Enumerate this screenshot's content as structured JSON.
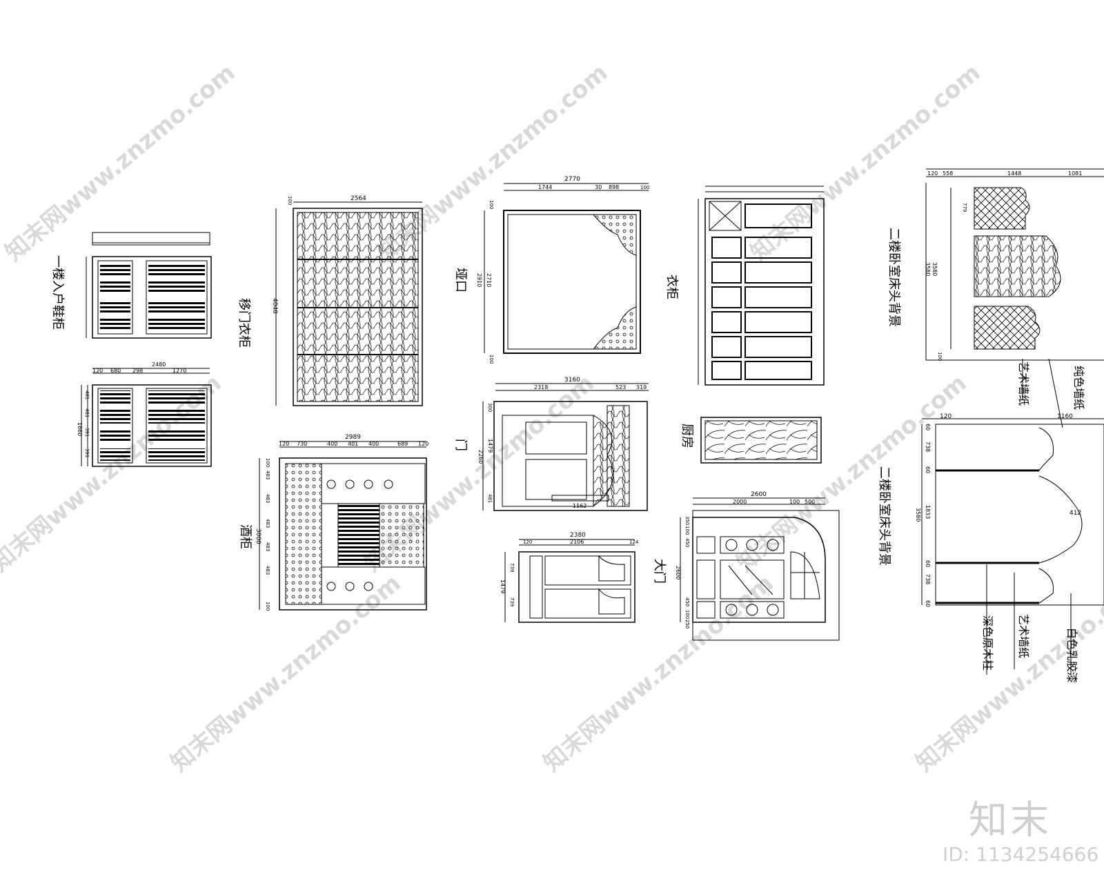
{
  "watermark": {
    "text": "知末网www.znzmo.com",
    "color": "#d9d9d9"
  },
  "brand": {
    "logo_text": "知末",
    "id_label": "ID: 1134254666",
    "color": "#cfcfcf"
  },
  "drawings": {
    "shoe_cabinet": {
      "label": "一楼入户鞋柜",
      "dims": [
        "2480",
        "120",
        "680",
        "298",
        "1270",
        "1660",
        "481",
        "481",
        "391",
        "391"
      ]
    },
    "sliding_wardrobe": {
      "label": "移门衣柜",
      "dims": [
        "2564",
        "100",
        "4040"
      ]
    },
    "wine_cabinet": {
      "label": "酒柜",
      "dims": [
        "2989",
        "120",
        "730",
        "400",
        "401",
        "400",
        "689",
        "120",
        "100",
        "483",
        "483",
        "483",
        "483",
        "483",
        "100",
        "3000"
      ]
    },
    "door_opening": {
      "label": "垭口",
      "dims": [
        "2770",
        "1744",
        "30",
        "898",
        "100",
        "100",
        "2910",
        "2710",
        "100"
      ]
    },
    "door": {
      "label": "门",
      "dims": [
        "3160",
        "2318",
        "523",
        "319",
        "300",
        "1479",
        "2260",
        "481",
        "1162"
      ]
    },
    "wardrobe": {
      "label": "衣柜",
      "dims": []
    },
    "kitchen": {
      "label": "厨房",
      "dims": []
    },
    "wall_panel_small": {
      "label": "",
      "dims": [
        "2380",
        "120",
        "2106",
        "124",
        "739",
        "1479",
        "739"
      ]
    },
    "main_door": {
      "label": "大门",
      "dims": [
        "2600",
        "2000",
        "100",
        "500",
        "350",
        "100",
        "450",
        "2600",
        "450",
        "100",
        "250"
      ]
    },
    "bedroom_back_1": {
      "label": "二楼卧室床头背景",
      "dims": [
        "120",
        "558",
        "1448",
        "1081",
        "779",
        "3580",
        "3580",
        "100"
      ],
      "callouts": [
        "艺术墙纸",
        "纯色墙纸"
      ]
    },
    "bedroom_back_2": {
      "label": "二楼卧室床头背景",
      "dims": [
        "120",
        "1160",
        "60",
        "738",
        "60",
        "1833",
        "3580",
        "60",
        "738",
        "60",
        "412"
      ],
      "callouts": [
        "深色原木柱",
        "艺术墙纸",
        "白色乳胶漆"
      ]
    }
  }
}
